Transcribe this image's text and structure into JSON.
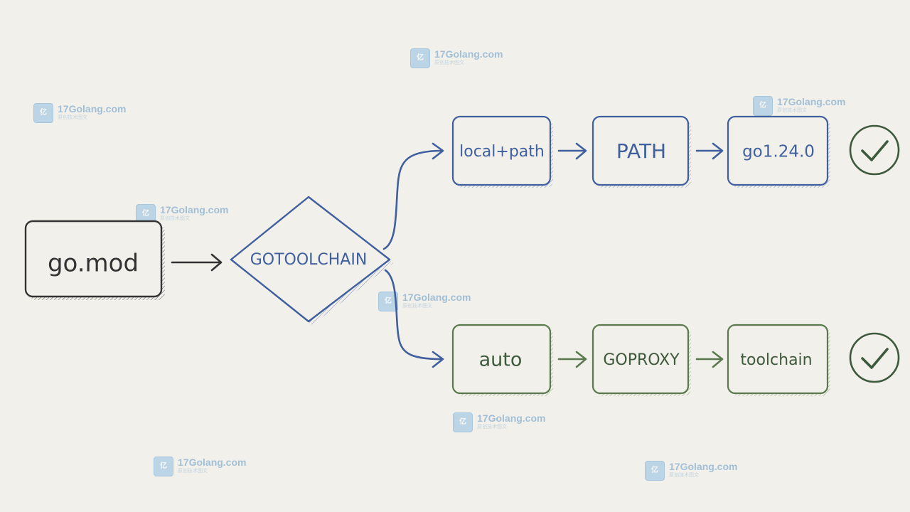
{
  "colors": {
    "background": "#f2f0ea",
    "source": "#333333",
    "decision": "#3f5f9e",
    "branch_local": "#3f5f9e",
    "branch_auto": "#5a7a4e",
    "check": "#3e5a3c",
    "watermark": "#5f98c8"
  },
  "nodes": {
    "source": {
      "label": "go.mod"
    },
    "decision": {
      "label": "GOTOOLCHAIN"
    },
    "local_path": {
      "label": "local+path"
    },
    "path": {
      "label": "PATH"
    },
    "go_version": {
      "label": "go1.24.0"
    },
    "auto": {
      "label": "auto"
    },
    "goproxy": {
      "label": "GOPROXY"
    },
    "toolchain": {
      "label": "toolchain"
    }
  },
  "checks": [
    {
      "icon": "check-circle-icon",
      "branch": "local_path"
    },
    {
      "icon": "check-circle-icon",
      "branch": "auto"
    }
  ],
  "watermark": {
    "icon": "logo-icon",
    "icon_text": "亿",
    "domain": "17Golang.com",
    "subtitle": "原创技术图文"
  }
}
